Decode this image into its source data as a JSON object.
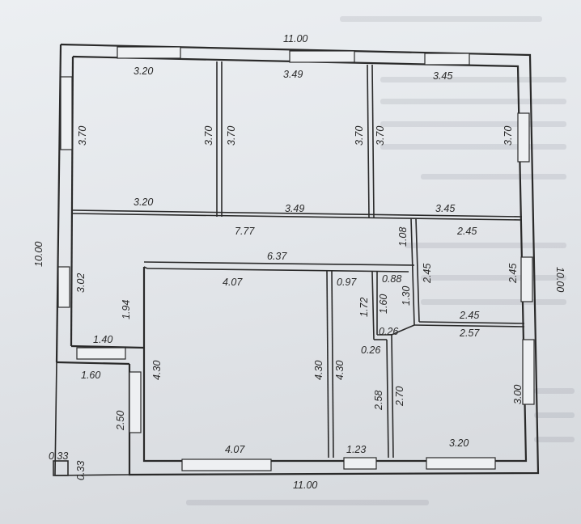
{
  "floor_plan": {
    "dimensions": [
      {
        "id": "top-overall",
        "text": "11.00"
      },
      {
        "id": "bottom-overall",
        "text": "11.00"
      },
      {
        "id": "left-overall",
        "text": "10.00"
      },
      {
        "id": "right-overall",
        "text": "10.00"
      },
      {
        "id": "room1-top",
        "text": "3.20"
      },
      {
        "id": "room1-bottom",
        "text": "3.20"
      },
      {
        "id": "room1-left",
        "text": "3.70"
      },
      {
        "id": "room1-right",
        "text": "3.70"
      },
      {
        "id": "room2-top",
        "text": "3.49"
      },
      {
        "id": "room2-bottom",
        "text": "3.49"
      },
      {
        "id": "room2-left",
        "text": "3.70"
      },
      {
        "id": "room2-right",
        "text": "3.70"
      },
      {
        "id": "room3-top",
        "text": "3.45"
      },
      {
        "id": "room3-bottom",
        "text": "3.45"
      },
      {
        "id": "room3-left",
        "text": "3.70"
      },
      {
        "id": "room3-right",
        "text": "3.70"
      },
      {
        "id": "corridor-length",
        "text": "7.77"
      },
      {
        "id": "corridor-inner",
        "text": "6.37"
      },
      {
        "id": "hall-left",
        "text": "3.02"
      },
      {
        "id": "hall-inner",
        "text": "1.94"
      },
      {
        "id": "hall-bottom",
        "text": "1.40"
      },
      {
        "id": "corridor-gap",
        "text": "1.08"
      },
      {
        "id": "room4-top",
        "text": "2.45"
      },
      {
        "id": "room4-left",
        "text": "2.45"
      },
      {
        "id": "room4-right",
        "text": "2.45"
      },
      {
        "id": "room4-bottom",
        "text": "2.45"
      },
      {
        "id": "living-top",
        "text": "4.07"
      },
      {
        "id": "living-bottom",
        "text": "4.07"
      },
      {
        "id": "living-left",
        "text": "4.30"
      },
      {
        "id": "living-right",
        "text": "4.30"
      },
      {
        "id": "bath-top",
        "text": "0.97"
      },
      {
        "id": "bath-left",
        "text": "4.30"
      },
      {
        "id": "bath-bottom",
        "text": "1.23"
      },
      {
        "id": "wc-top",
        "text": "0.88"
      },
      {
        "id": "wc-left",
        "text": "1.72"
      },
      {
        "id": "wc-right",
        "text": "1.60"
      },
      {
        "id": "wc-1-30",
        "text": "1.30"
      },
      {
        "id": "step-a",
        "text": "0.26"
      },
      {
        "id": "step-b",
        "text": "0.26"
      },
      {
        "id": "bath-inner",
        "text": "2.58"
      },
      {
        "id": "kitchen-left",
        "text": "2.70"
      },
      {
        "id": "kitchen-top",
        "text": "2.57"
      },
      {
        "id": "kitchen-right",
        "text": "3.00"
      },
      {
        "id": "kitchen-bottom",
        "text": "3.20"
      },
      {
        "id": "porch-width",
        "text": "1.60"
      },
      {
        "id": "porch-height",
        "text": "2.50"
      },
      {
        "id": "post-w",
        "text": "0.33"
      },
      {
        "id": "post-h",
        "text": "0.33"
      }
    ]
  }
}
